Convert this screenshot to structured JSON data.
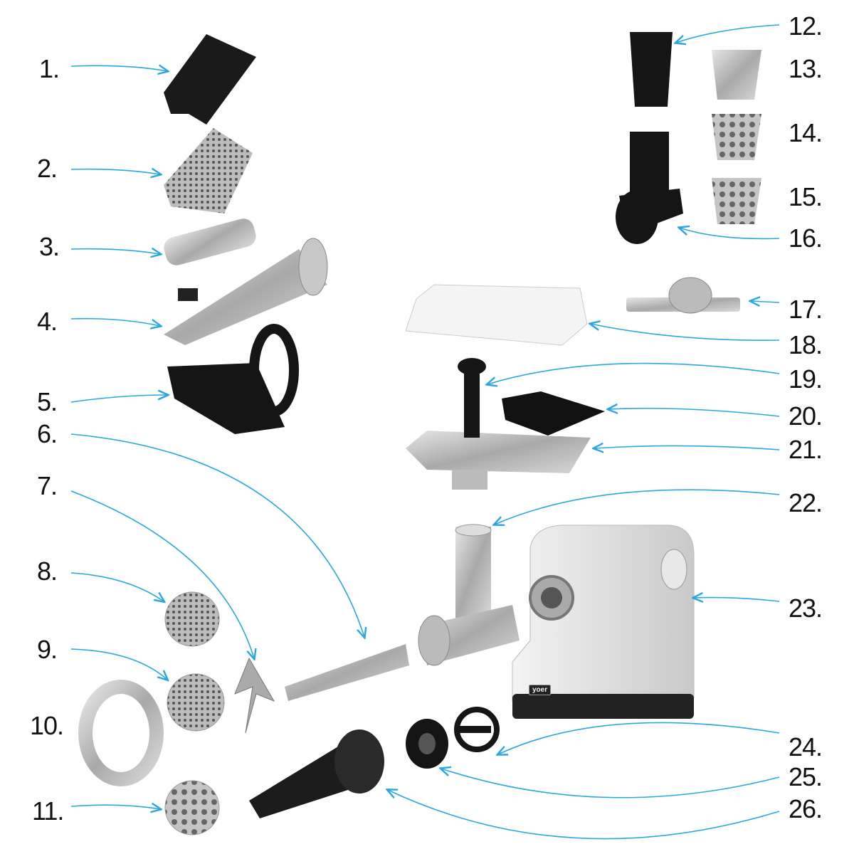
{
  "diagram": {
    "brand_logo": "yoer",
    "arrow_color": "#29a8e0",
    "labels": [
      "1.",
      "2.",
      "3.",
      "4.",
      "5.",
      "6.",
      "7.",
      "8.",
      "9.",
      "10.",
      "11.",
      "12.",
      "13.",
      "14.",
      "15.",
      "16.",
      "17.",
      "18.",
      "19.",
      "20.",
      "21.",
      "22.",
      "23.",
      "24.",
      "25.",
      "26."
    ]
  }
}
